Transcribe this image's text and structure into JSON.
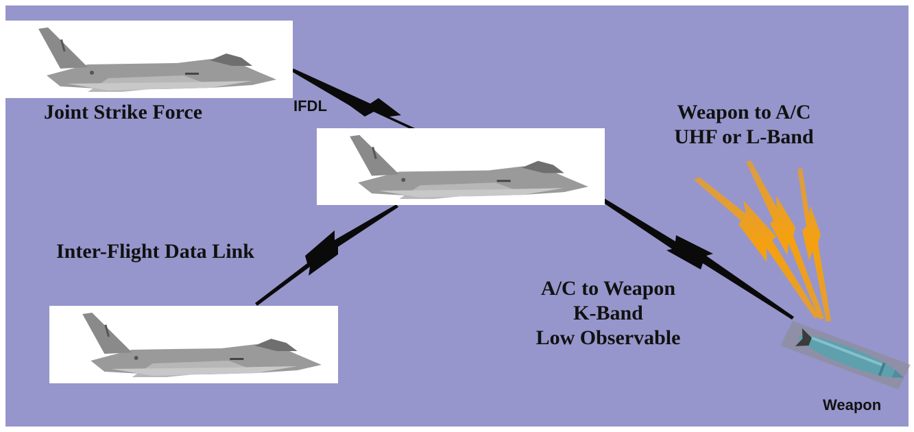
{
  "colors": {
    "background": "#9696cc",
    "datalink": "#0a0a0a",
    "rf_bolt": "#f5a00f",
    "aircraft": "#9a9a9a",
    "weapon": "#5fa0ae"
  },
  "icons": [
    "aircraft-icon",
    "weapon-icon",
    "lightning-bolt-icon"
  ],
  "labels": {
    "joint_strike_force": "Joint Strike Force",
    "ifdl": "IFDL",
    "inter_flight": "Inter-Flight Data Link",
    "weapon_to_ac_line1": "Weapon to A/C",
    "weapon_to_ac_line2": "UHF or L-Band",
    "ac_to_weapon_line1": "A/C to Weapon",
    "ac_to_weapon_line2": "K-Band",
    "ac_to_weapon_line3": "Low Observable",
    "weapon": "Weapon"
  }
}
